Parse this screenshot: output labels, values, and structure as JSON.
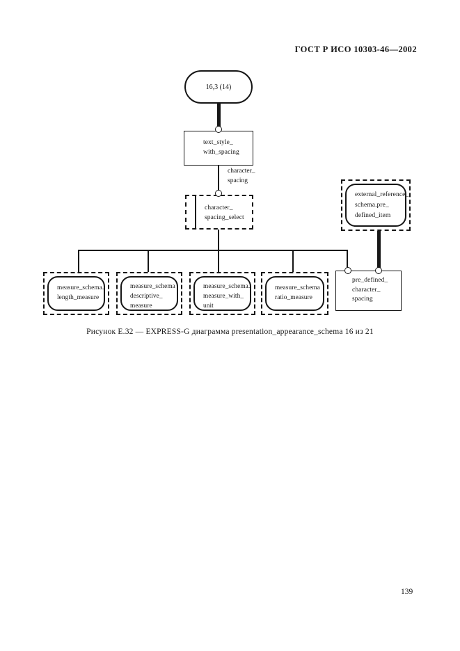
{
  "page": {
    "header": "ГОСТ Р ИСО 10303-46—2002",
    "caption": "Рисунок Е.32 — EXPRESS-G диаграмма presentation_appearance_schema 16 из 21",
    "page_number": "139"
  },
  "diagram": {
    "page_ref": {
      "label": "16,3 (14)"
    },
    "entity_text_style": {
      "line1": "text_style_",
      "line2": "with_spacing"
    },
    "attribute_label": {
      "line1": "character_",
      "line2": "spacing"
    },
    "select_type": {
      "line1": "character_",
      "line2": "spacing_select"
    },
    "external_reference": {
      "line1": "external_reference_",
      "line2": "schema.pre_",
      "line3": "defined_item"
    },
    "leaf_nodes": [
      {
        "lines": [
          "measure_schema.",
          "length_measure"
        ]
      },
      {
        "lines": [
          "measure_schema",
          "descriptive_",
          "measure"
        ]
      },
      {
        "lines": [
          "measure_schema.",
          "measure_with_",
          "unit"
        ]
      },
      {
        "lines": [
          "measure_schema",
          "ratio_measure"
        ]
      },
      {
        "lines": [
          "pre_defined_",
          "character_",
          "spacing"
        ]
      }
    ]
  }
}
